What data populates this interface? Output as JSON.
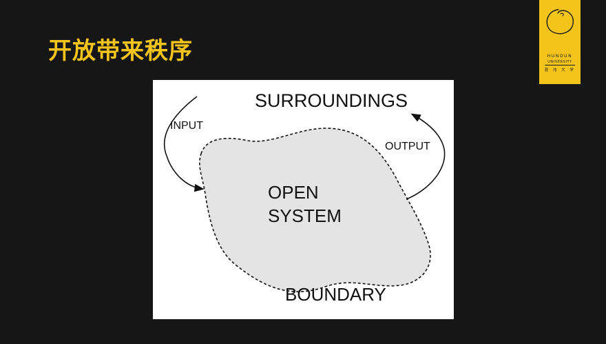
{
  "slide": {
    "title": "开放带来秩序",
    "background": "#161616",
    "accent": "#f5c41a"
  },
  "logo": {
    "line1": "HUNDUN",
    "line2": "UNIVERSITY",
    "line3": "混 沌 大 学",
    "icon": "enso-circle-icon"
  },
  "diagram": {
    "labels": {
      "surroundings": "SURROUNDINGS",
      "input": "INPUT",
      "output": "OUTPUT",
      "open": "OPEN",
      "system": "SYSTEM",
      "boundary": "BOUNDARY"
    },
    "system_fill": "#e4e4e4"
  }
}
